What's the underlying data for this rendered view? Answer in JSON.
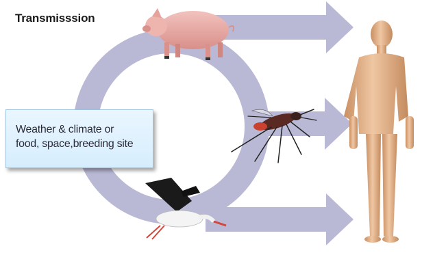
{
  "title": "Transmisssion",
  "factors": {
    "line1": "Weather & climate or",
    "line2": "food, space,breeding site"
  },
  "colors": {
    "flow": "#b9b9d6",
    "flow_edge": "#a7a7c9",
    "box_border": "#9fc3e0",
    "skin": "#e3b48e",
    "pig": "#e9a9a4"
  },
  "icons": [
    "pig-icon",
    "mosquito-icon",
    "stork-icon",
    "human-figure-icon"
  ]
}
